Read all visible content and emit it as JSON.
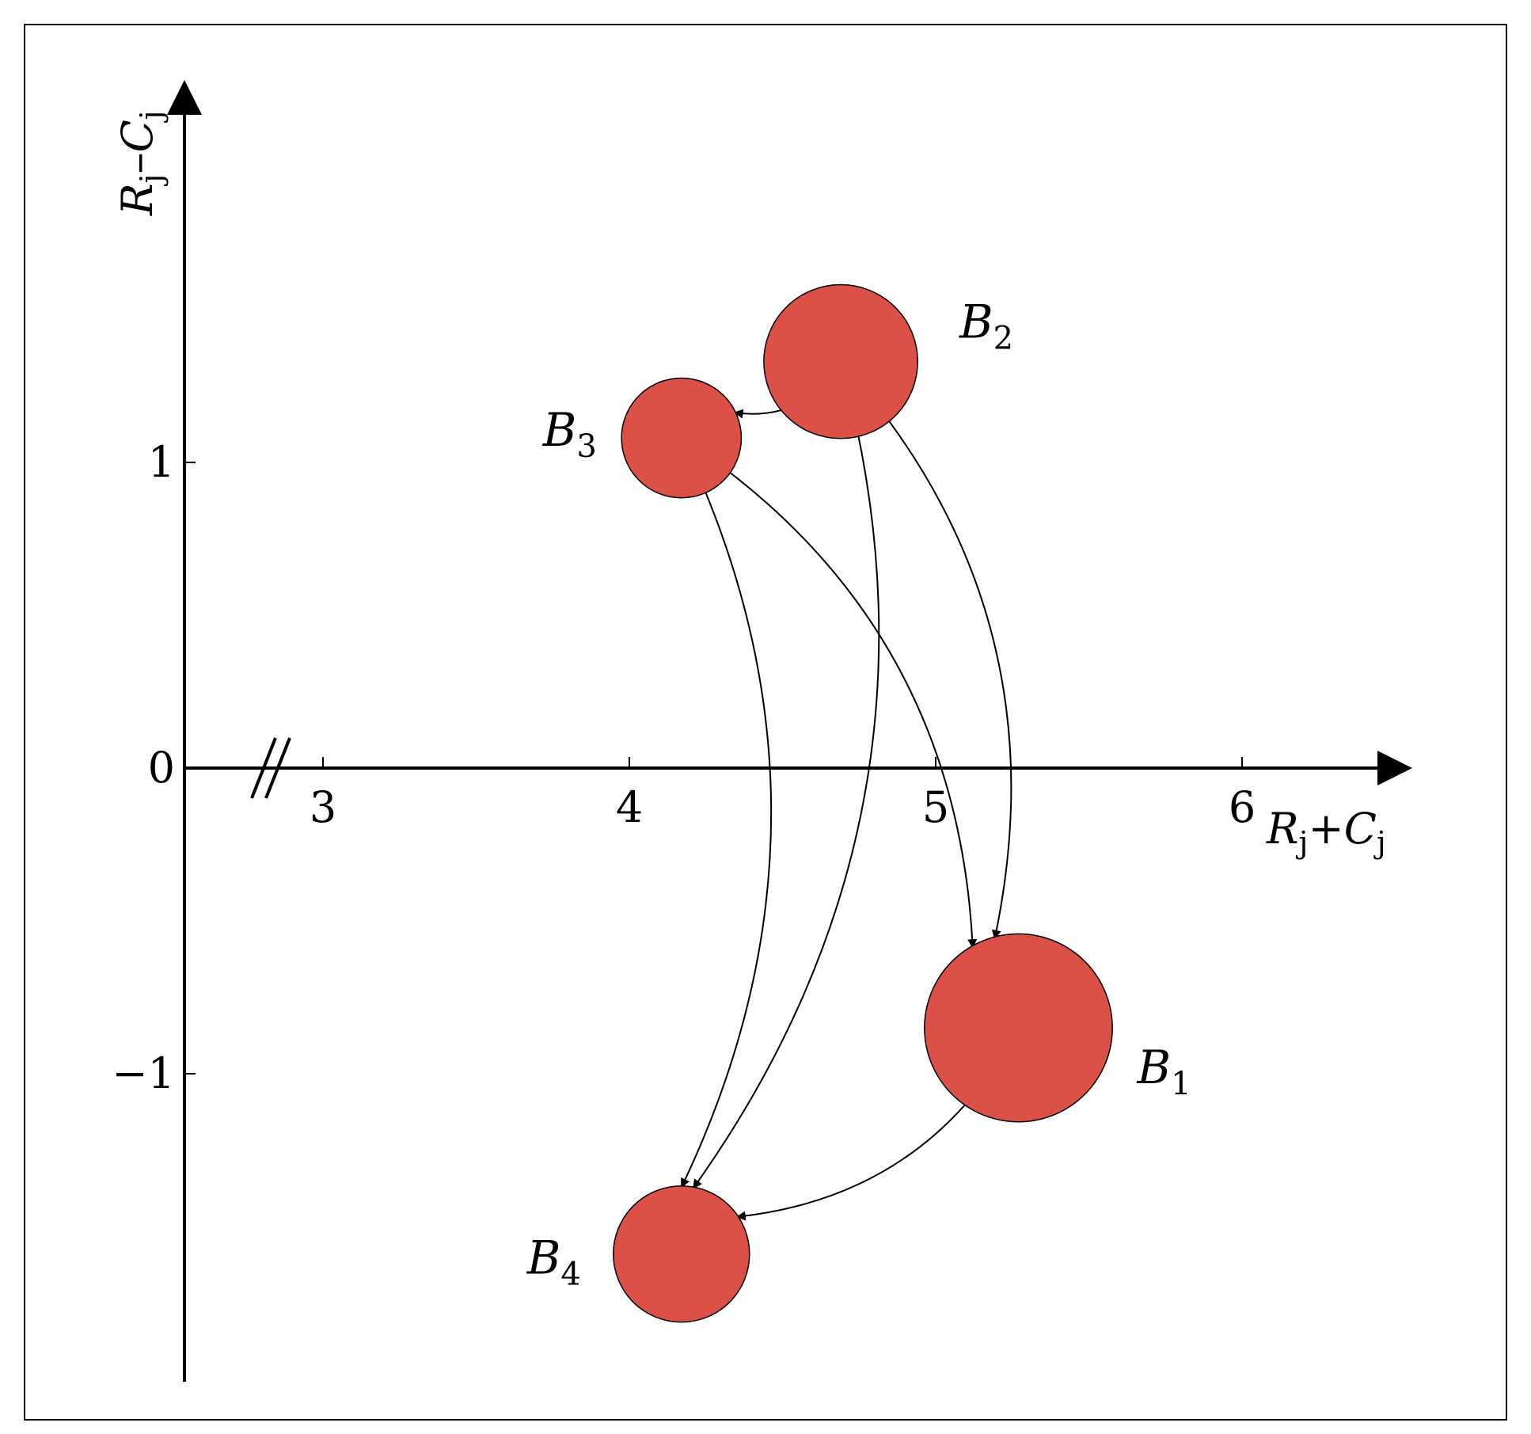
{
  "chart_data": {
    "type": "scatter",
    "subtype": "bubble-influence-diagram",
    "title": "",
    "xlabel": {
      "main": "R",
      "sub1": "j",
      "op": "+",
      "main2": "C",
      "sub2": "j"
    },
    "ylabel": {
      "main": "R",
      "sub1": "j",
      "op": "–",
      "main2": "C",
      "sub2": "j"
    },
    "x_axis_break": true,
    "x_ticks": [
      {
        "value": 3,
        "label": "3"
      },
      {
        "value": 4,
        "label": "4"
      },
      {
        "value": 5,
        "label": "5"
      },
      {
        "value": 6,
        "label": "6"
      }
    ],
    "y_ticks": [
      {
        "value": 1,
        "label": "1"
      },
      {
        "value": 0,
        "label": "0"
      },
      {
        "value": -1,
        "label": "−1"
      }
    ],
    "xlim": [
      2.55,
      6.5
    ],
    "ylim": [
      -2.0,
      2.25
    ],
    "grid": false,
    "legend": "none",
    "bubble_color": "#dc5147",
    "points": [
      {
        "id": "B1",
        "label_main": "B",
        "label_sub": "1",
        "x": 5.27,
        "y": -0.85,
        "size": 1.38
      },
      {
        "id": "B2",
        "label_main": "B",
        "label_sub": "2",
        "x": 4.69,
        "y": 1.33,
        "size": 1.13
      },
      {
        "id": "B3",
        "label_main": "B",
        "label_sub": "3",
        "x": 4.17,
        "y": 1.08,
        "size": 0.88
      },
      {
        "id": "B4",
        "label_main": "B",
        "label_sub": "4",
        "x": 4.17,
        "y": -1.59,
        "size": 1.0
      }
    ],
    "edges": [
      {
        "from": "B2",
        "to": "B3"
      },
      {
        "from": "B2",
        "to": "B1"
      },
      {
        "from": "B2",
        "to": "B4"
      },
      {
        "from": "B3",
        "to": "B1"
      },
      {
        "from": "B3",
        "to": "B4"
      },
      {
        "from": "B1",
        "to": "B4"
      }
    ]
  }
}
